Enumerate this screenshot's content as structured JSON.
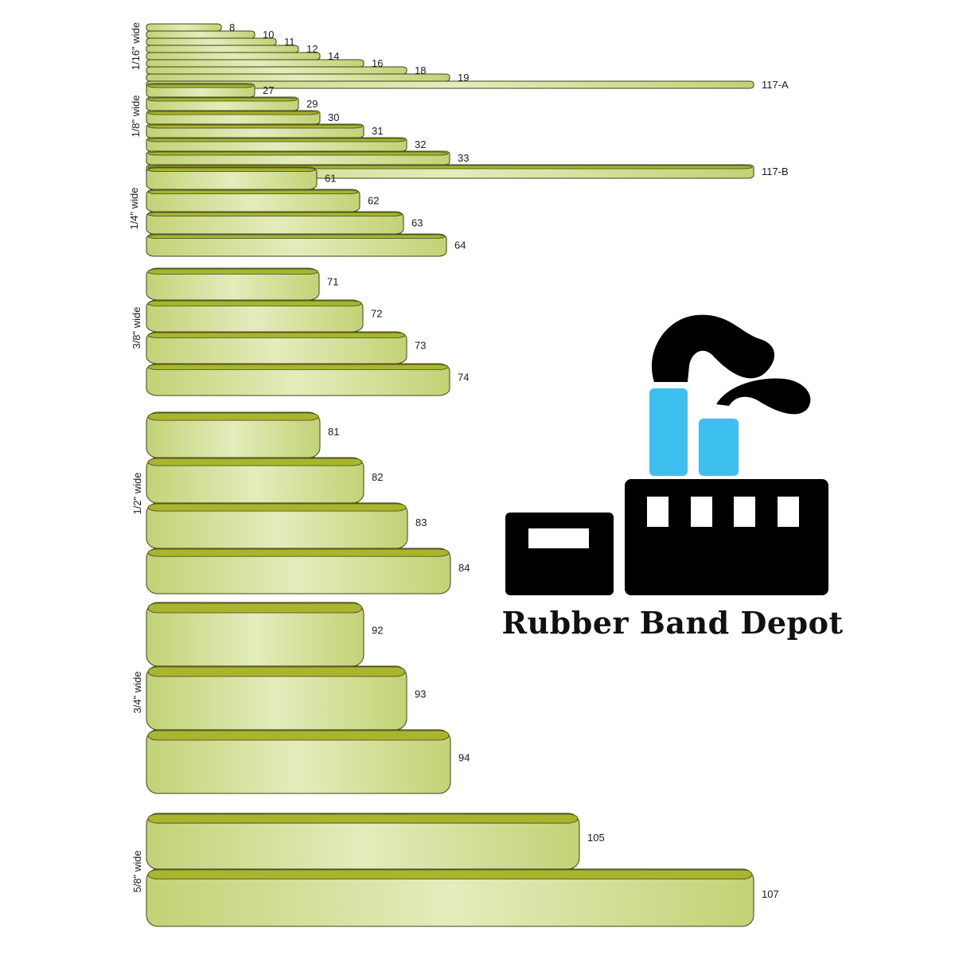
{
  "brand": {
    "name": "Rubber Band Depot",
    "logo_icon": "factory-icon",
    "colors": {
      "building": "#000000",
      "chimney": "#3dbfef",
      "smoke": "#000000"
    }
  },
  "colors": {
    "band_top": "#a9b52c",
    "band_face_light": "#e4ecbc",
    "band_face_dark": "#c3d276",
    "band_outline": "#3c4418"
  },
  "groups": [
    {
      "label": "1/16\" wide",
      "bands": [
        "8",
        "10",
        "11",
        "12",
        "14",
        "16",
        "18",
        "19",
        "117-A"
      ]
    },
    {
      "label": "1/8\" wide",
      "bands": [
        "27",
        "29",
        "30",
        "31",
        "32",
        "33",
        "117-B"
      ]
    },
    {
      "label": "1/4\" wide",
      "bands": [
        "61",
        "62",
        "63",
        "64"
      ]
    },
    {
      "label": "3/8\" wide",
      "bands": [
        "71",
        "72",
        "73",
        "74"
      ]
    },
    {
      "label": "1/2\" wide",
      "bands": [
        "81",
        "82",
        "83",
        "84"
      ]
    },
    {
      "label": "3/4\" wide",
      "bands": [
        "92",
        "93",
        "94"
      ]
    },
    {
      "label": "5/8\" wide",
      "bands": [
        "105",
        "107"
      ]
    }
  ]
}
